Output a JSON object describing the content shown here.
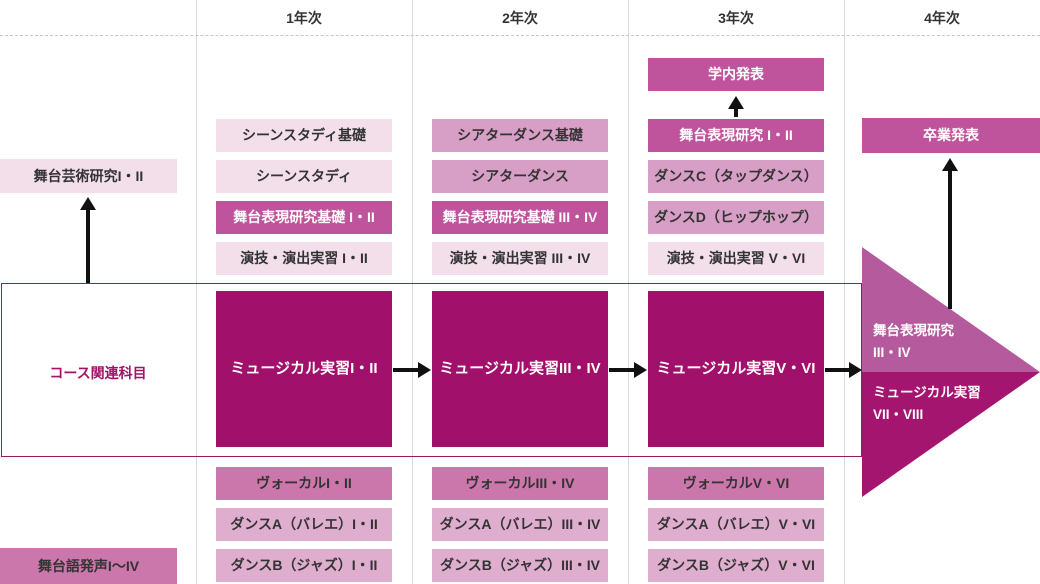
{
  "header": {
    "columns": [
      "1年次",
      "2年次",
      "3年次",
      "4年次"
    ]
  },
  "sidebar": {
    "stage_arts_research": "舞台芸術研究I・II",
    "course_related": "コース関連科目",
    "stage_speech": "舞台語発声I〜IV"
  },
  "year1": {
    "row1": "シーンスタディ基礎",
    "row2": "シーンスタディ",
    "row3": "舞台表現研究基礎 I・II",
    "row4": "演技・演出実習 I・II",
    "main": "ミュージカル実習I・II",
    "vocal": "ヴォーカルI・II",
    "danceA": "ダンスA（バレエ）I・II",
    "danceB": "ダンスB（ジャズ）I・II"
  },
  "year2": {
    "row1": "シアターダンス基礎",
    "row2": "シアターダンス",
    "row3": "舞台表現研究基礎 III・IV",
    "row4": "演技・演出実習 III・IV",
    "main": "ミュージカル実習III・IV",
    "vocal": "ヴォーカルIII・IV",
    "danceA": "ダンスA（バレエ）III・IV",
    "danceB": "ダンスB（ジャズ）III・IV"
  },
  "year3": {
    "presentation": "学内発表",
    "row1": "舞台表現研究 I・II",
    "row2": "ダンスC（タップダンス）",
    "row3": "ダンスD（ヒップホップ）",
    "row4": "演技・演出実習 V・VI",
    "main": "ミュージカル実習V・VI",
    "vocal": "ヴォーカルV・VI",
    "danceA": "ダンスA（バレエ）V・VI",
    "danceB": "ダンスB（ジャズ）V・VI"
  },
  "year4": {
    "graduation": "卒業発表",
    "triangle_top_line1": "舞台表現研究",
    "triangle_top_line2": "III・IV",
    "triangle_bottom_line1": "ミュージカル実習",
    "triangle_bottom_line2": "VII・VIII"
  },
  "colors": {
    "light_pink": "#f2dfea",
    "mid_pink": "#d79fc6",
    "dance_pink": "#dfadce",
    "vocal_pink": "#cb77ab",
    "accent_magenta": "#c0549c",
    "dark_magenta": "#a1106b",
    "triangle_top": "#b55b9d",
    "triangle_bottom": "#a41570",
    "course_border": "#9a1a62",
    "course_text": "#a21368",
    "text_dark": "#333333",
    "grid_line": "#dadada"
  }
}
